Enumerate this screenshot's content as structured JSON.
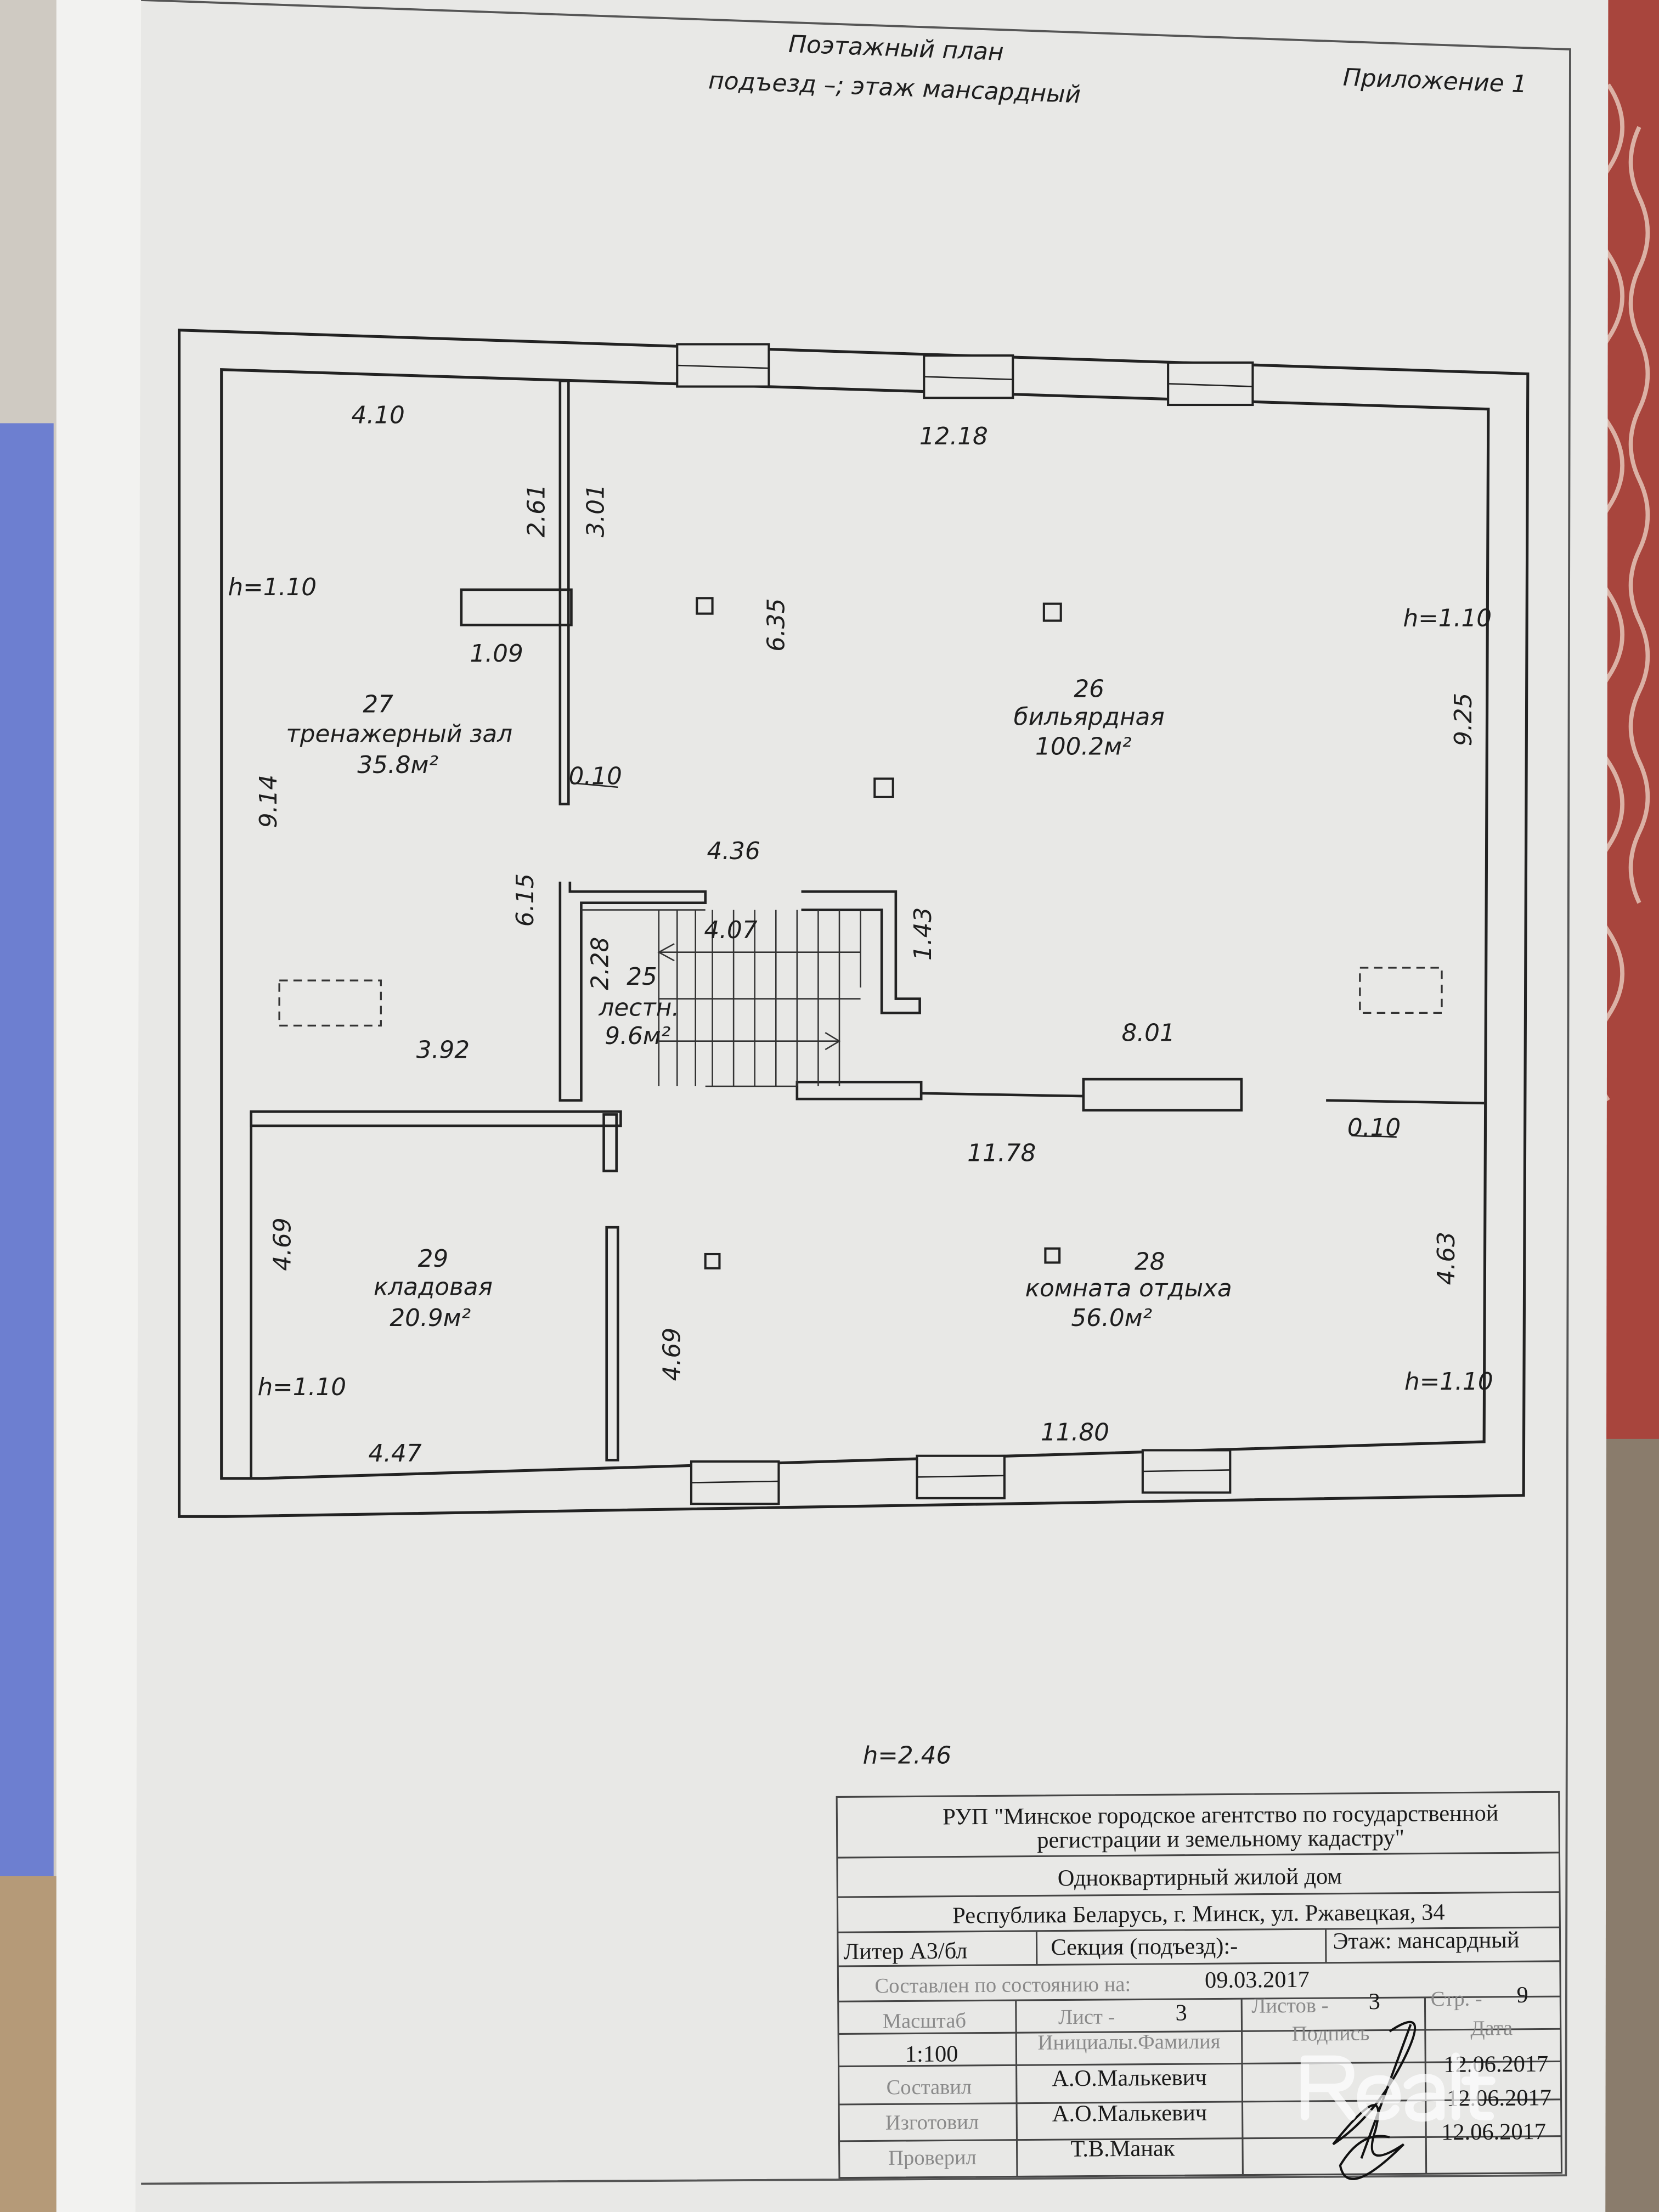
{
  "header": {
    "title": "Поэтажный план",
    "subtitle": "подъезд –; этаж мансардный",
    "appendix": "Приложение 1"
  },
  "rooms": [
    {
      "number": "27",
      "name": "тренажерный зал",
      "area": "35.8м²"
    },
    {
      "number": "26",
      "name": "бильярдная",
      "area": "100.2м²"
    },
    {
      "number": "25",
      "name": "лестн.",
      "area": "9.6м²"
    },
    {
      "number": "29",
      "name": "кладовая",
      "area": "20.9м²"
    },
    {
      "number": "28",
      "name": "комната отдыха",
      "area": "56.0м²"
    }
  ],
  "dimensions": {
    "d410": "4.10",
    "d1218": "12.18",
    "d261": "2.61",
    "d301": "3.01",
    "h110a": "h=1.10",
    "h110b": "h=1.10",
    "h110c": "h=1.10",
    "h110d": "h=1.10",
    "d109": "1.09",
    "d635": "6.35",
    "d925": "9.25",
    "d914": "9.14",
    "d010a": "0.10",
    "d436": "4.36",
    "d615": "6.15",
    "d407": "4.07",
    "d143": "1.43",
    "d228": "2.28",
    "d392": "3.92",
    "d801": "8.01",
    "d010b": "0.10",
    "d1178": "11.78",
    "d469a": "4.69",
    "d469b": "4.69",
    "d463": "4.63",
    "d447": "4.47",
    "d1180": "11.80",
    "h246": "h=2.46"
  },
  "title_block": {
    "org": "РУП \"Минское городское агентство по государственной",
    "org2": "регистрации и земельному кадастру\"",
    "object": "Одноквартирный жилой дом",
    "address": "Республика Беларусь, г. Минск, ул. Ржавецкая, 34",
    "liter": "Литер А3/бл",
    "section": "Секция (подъезд):-",
    "floor": "Этаж: мансардный",
    "state_label": "Составлен по состоянию на:",
    "state_date": "09.03.2017",
    "scale_label": "Масштаб",
    "sheet_label": "Лист -",
    "sheet": "3",
    "sheets_label": "Листов -",
    "sheets": "3",
    "page_label": "Стр. -",
    "page": "9",
    "scale": "1:100",
    "col_name": "Инициалы.Фамилия",
    "col_sign": "Подпись",
    "col_date": "Дата",
    "rows": [
      {
        "role": "Составил",
        "name": "А.О.Малькевич",
        "date": "12.06.2017"
      },
      {
        "role": "Изготовил",
        "name": "А.О.Малькевич",
        "date": "12.06.2017"
      },
      {
        "role": "Проверил",
        "name": "Т.В.Манак",
        "date": "12.06.2017"
      }
    ]
  },
  "watermark": "Realt",
  "colors": {
    "paper": "#e8e8e6",
    "ink": "#1e1e1e",
    "fabric": "#9b2a2a",
    "blue_doc": "#6d7fd0"
  }
}
